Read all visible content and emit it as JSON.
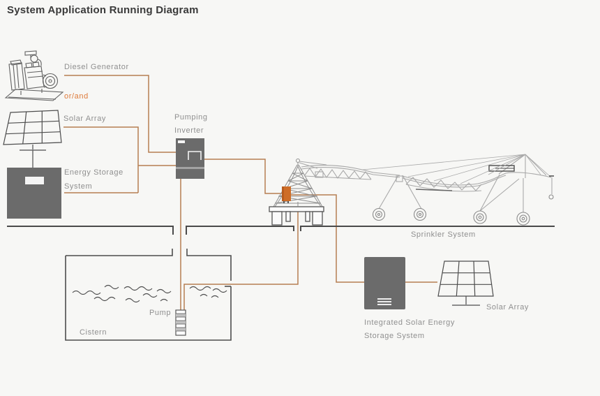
{
  "title": "System Application Running Diagram",
  "labels": {
    "diesel_generator": "Diesel Generator",
    "or_and": "or/and",
    "solar_array_left": "Solar Array",
    "energy_storage_line1": "Energy Storage",
    "energy_storage_line2": "System",
    "pumping_inverter_line1": "Pumping",
    "pumping_inverter_line2": "Inverter",
    "sprinkler_system": "Sprinkler System",
    "pump": "Pump",
    "cistern": "Cistern",
    "integrated_line1": "Integrated Solar Energy",
    "integrated_line2": "Storage System",
    "solar_array_right": "Solar Array"
  },
  "colors": {
    "background": "#f7f7f5",
    "title_text": "#3a3a3a",
    "label_text": "#8f8f8f",
    "accent_orange": "#de7a3a",
    "control_box_orange": "#ce6d27",
    "wire_brown": "#b57e52",
    "device_grey": "#6b6b6b",
    "outline_grey": "#4d4d4d",
    "machine_grey": "#a9a9a9"
  }
}
